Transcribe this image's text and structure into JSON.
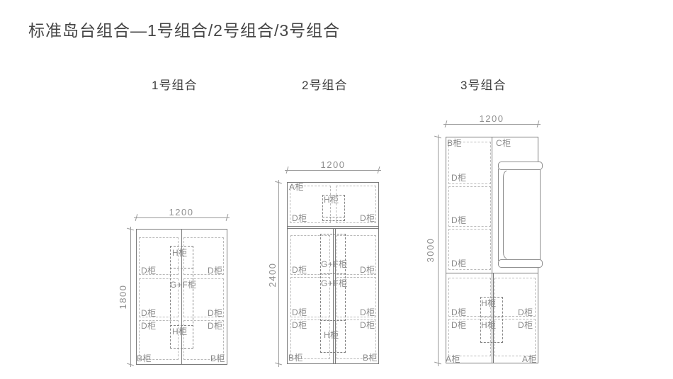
{
  "title": "标准岛台组合—1号组合/2号组合/3号组合",
  "colors": {
    "line": "#7c7c7c",
    "dashlight": "#b9b9b9",
    "dashdark": "#858585",
    "label": "#8a8a8a",
    "dim": "#9a9a9a",
    "dimtext": "#8f8f8f",
    "heading": "#454545"
  },
  "diagram1": {
    "header": "1号组合",
    "dim_width": "1200",
    "dim_height": "1800",
    "labels": [
      "H柜",
      "D柜",
      "D柜",
      "G+F柜",
      "D柜",
      "D柜",
      "D柜",
      "H柜",
      "D柜",
      "B柜",
      "B柜"
    ]
  },
  "diagram2": {
    "header": "2号组合",
    "dim_width": "1200",
    "dim_height": "2400",
    "labels": [
      "A柜",
      "H柜",
      "D柜",
      "D柜",
      "G+F柜",
      "D柜",
      "D柜",
      "G+F柜",
      "D柜",
      "D柜",
      "D柜",
      "D柜",
      "H柜",
      "B柜",
      "B柜"
    ]
  },
  "diagram3": {
    "header": "3号组合",
    "dim_width": "1200",
    "dim_height": "3000",
    "labels": [
      "B柜",
      "C柜",
      "D柜",
      "D柜",
      "D柜",
      "H柜",
      "D柜",
      "D柜",
      "D柜",
      "H柜",
      "D柜",
      "A柜",
      "A柜"
    ]
  }
}
